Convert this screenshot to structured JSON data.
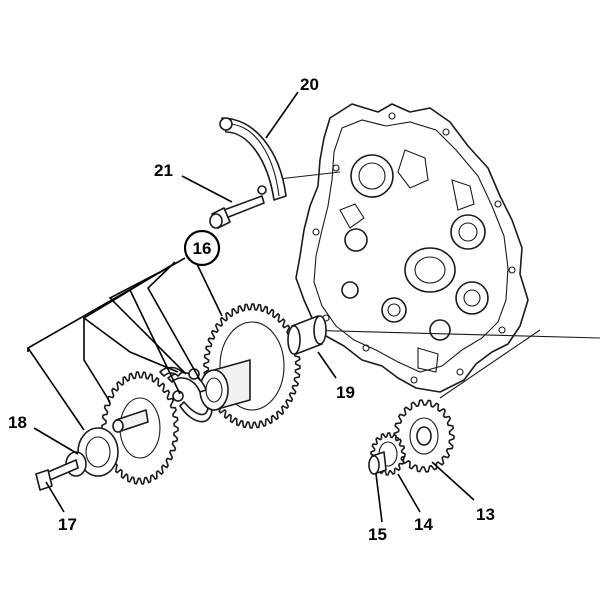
{
  "callouts": [
    {
      "id": "20",
      "label": "20"
    },
    {
      "id": "21",
      "label": "21"
    },
    {
      "id": "16",
      "label": "16"
    },
    {
      "id": "19",
      "label": "19"
    },
    {
      "id": "18",
      "label": "18"
    },
    {
      "id": "17",
      "label": "17"
    },
    {
      "id": "15",
      "label": "15"
    },
    {
      "id": "14",
      "label": "14"
    },
    {
      "id": "13",
      "label": "13"
    }
  ]
}
